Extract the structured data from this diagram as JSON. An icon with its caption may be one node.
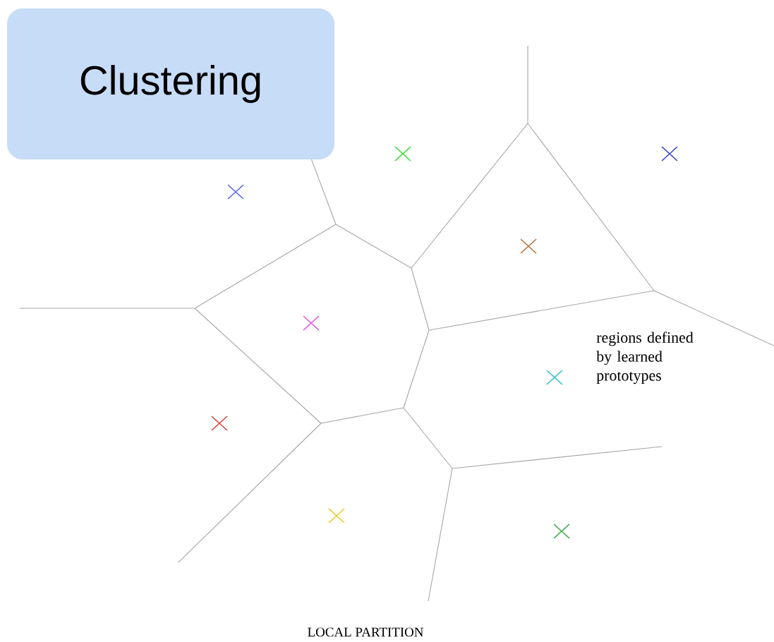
{
  "diagram": {
    "title": "Clustering",
    "caption": "LOCAL PARTITION",
    "labels": [
      "regions defined by learned prototypes"
    ]
  }
}
